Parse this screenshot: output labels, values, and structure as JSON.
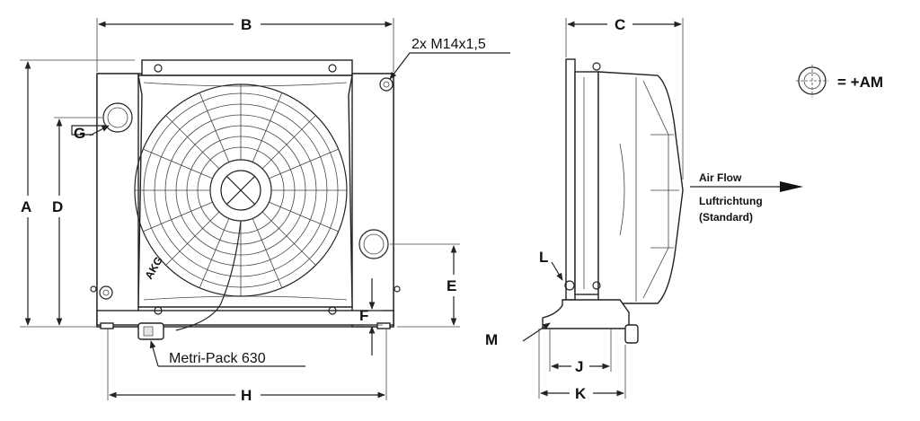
{
  "front_view": {
    "labels": {
      "a": "A",
      "b": "B",
      "d": "D",
      "e": "E",
      "f": "F",
      "g": "G",
      "h": "H"
    },
    "thread_callout": "2x M14x1,5",
    "connector_callout": "Metri-Pack 630",
    "fan_brand": "AKG"
  },
  "side_view": {
    "labels": {
      "c": "C",
      "j": "J",
      "k": "K",
      "l": "L",
      "m": "M"
    },
    "airflow_en": "Air Flow",
    "airflow_de": "Luftrichtung",
    "airflow_std": "(Standard)"
  },
  "legend": {
    "text": "= +AM",
    "icon": "port-symbol-icon"
  }
}
